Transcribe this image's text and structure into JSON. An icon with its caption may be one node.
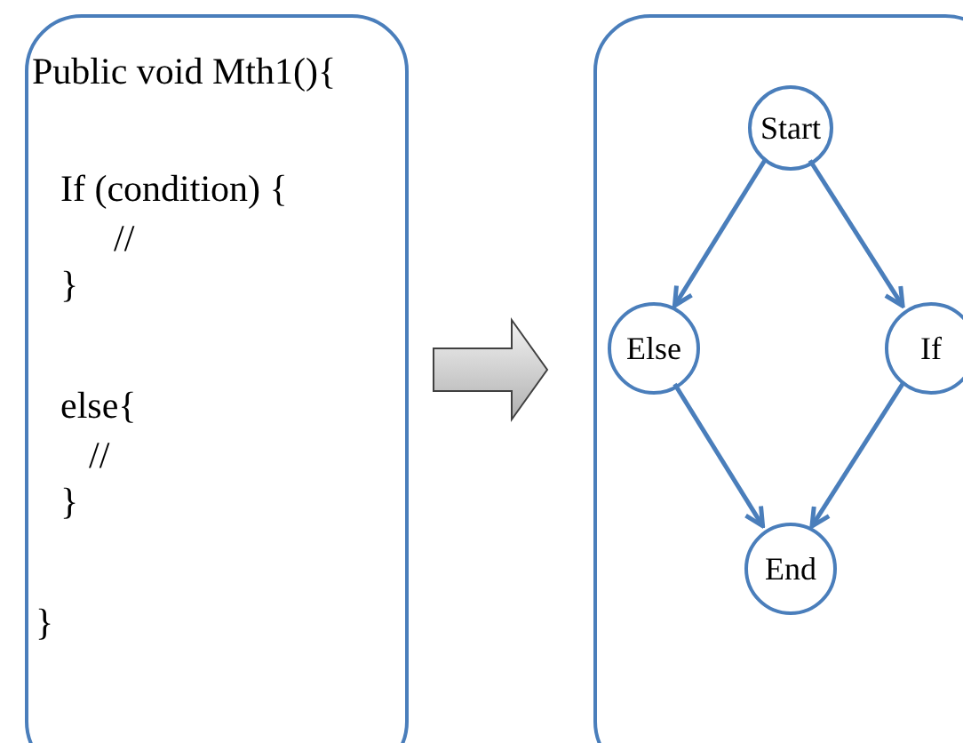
{
  "diagram": {
    "nodes": [
      {
        "text": [
          "Public void Mth1(){",
          "If (condition) {",
          "//",
          "}",
          "else{",
          "//",
          "}",
          "}"
        ]
      },
      {
        "text": [],
        "shape": "box"
      },
      {
        "text": [
          "Start"
        ],
        "in": 1
      },
      {
        "text": [
          "Else"
        ],
        "in": 1
      },
      {
        "text": [
          "If"
        ],
        "in": 1
      },
      {
        "text": [
          "End"
        ],
        "in": 1
      }
    ],
    "edges": [
      {
        "from": 0,
        "to": 1,
        "arrow": "to",
        "style": "thick"
      },
      {
        "from": 2,
        "to": 3,
        "arrow": "to"
      },
      {
        "from": 2,
        "to": 4,
        "arrow": "to"
      },
      {
        "from": 3,
        "to": 5,
        "arrow": "to"
      },
      {
        "from": 4,
        "to": 5,
        "arrow": "to"
      }
    ]
  }
}
